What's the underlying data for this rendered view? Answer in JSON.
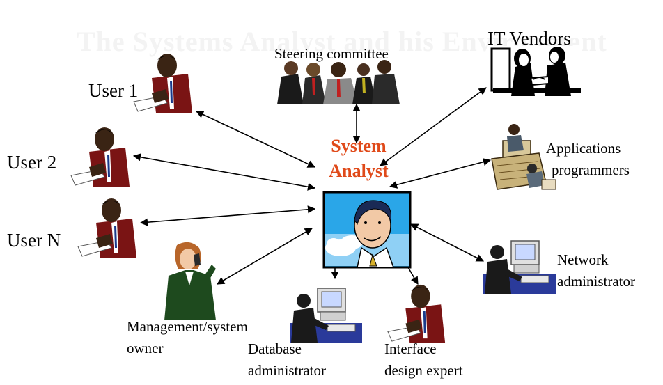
{
  "background_title": "The Systems Analyst and his Environment",
  "center": {
    "line1": "System",
    "line2": "Analyst"
  },
  "nodes": {
    "steering_committee": "Steering committee",
    "it_vendors": "IT Vendors",
    "user_1": "User 1",
    "user_2": "User 2",
    "user_n": "User N",
    "applications_programmers": {
      "line1": "Applications",
      "line2": "programmers"
    },
    "network_administrator": {
      "line1": "Network",
      "line2": "administrator"
    },
    "management_owner": {
      "line1": "Management/system",
      "line2": "owner"
    },
    "database_administrator": {
      "line1": "Database",
      "line2": "administrator"
    },
    "interface_design_expert": {
      "line1": "Interface",
      "line2": "design expert"
    }
  },
  "colors": {
    "accent": "#e04a1a",
    "arrow": "#000000",
    "suit": "#7a1414",
    "analyst_bg": "#2aa6e8",
    "screen": "#c8d8ff"
  },
  "icons": [
    "seated-writer-icon",
    "group-of-executives-icon",
    "vendor-meeting-icon",
    "desk-worker-icon",
    "computer-operator-icon",
    "phone-woman-icon",
    "analyst-portrait-icon"
  ]
}
